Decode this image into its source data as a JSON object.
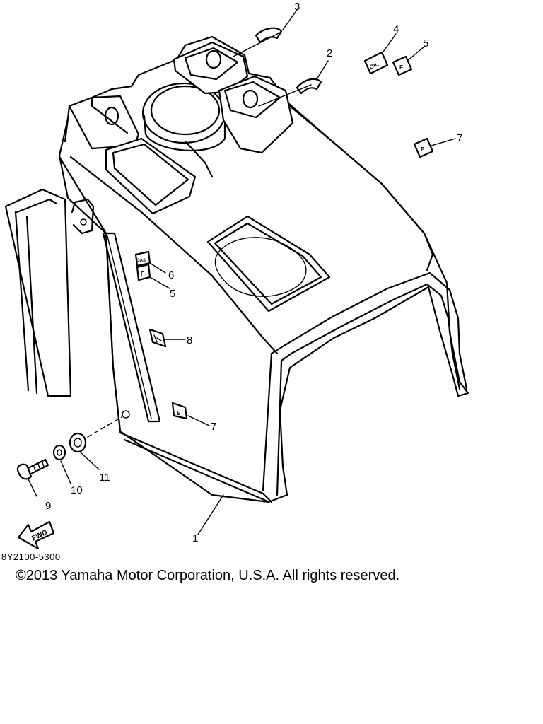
{
  "diagram": {
    "callouts": {
      "c1": "1",
      "c2": "2",
      "c3": "3",
      "c4": "4",
      "c5a": "5",
      "c5b": "5",
      "c6": "6",
      "c7a": "7",
      "c7b": "7",
      "c8": "8",
      "c9": "9",
      "c10": "10",
      "c11": "11"
    },
    "labels": {
      "oil": "OIL",
      "f_top": "F",
      "e_top": "E",
      "gas": "GAS",
      "f_side": "F",
      "e_side": "E",
      "fwd": "FWD"
    },
    "part_code": "8Y2100-5300",
    "copyright": "©2013 Yamaha Motor Corporation, U.S.A. All rights reserved."
  }
}
